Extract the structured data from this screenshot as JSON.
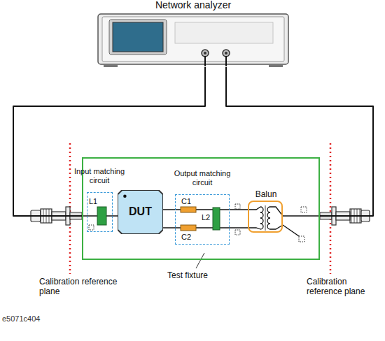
{
  "diagram": {
    "nodes": [
      {
        "text": [
          "Network analyzer"
        ]
      },
      {
        "text": [
          "Test fixture"
        ]
      },
      {
        "text": [
          "Input matching circuit"
        ],
        "in": 1
      },
      {
        "text": [
          "DUT"
        ],
        "in": 1
      },
      {
        "text": [
          "Output matching circuit"
        ],
        "in": 1
      },
      {
        "text": [
          "Balun"
        ],
        "in": 1
      }
    ],
    "edges": [
      {
        "from": 0,
        "to": 1,
        "arrow": "none"
      },
      {
        "from": 0,
        "to": 1,
        "arrow": "none"
      },
      {
        "from": 2,
        "to": 3,
        "arrow": "none"
      },
      {
        "from": 3,
        "to": 4,
        "arrow": "none"
      },
      {
        "from": 4,
        "to": 5,
        "arrow": "none"
      }
    ],
    "labels": [
      "L1",
      "C1",
      "L2",
      "C2",
      "Calibration reference plane",
      "Calibration reference plane",
      "e5071c404"
    ]
  }
}
